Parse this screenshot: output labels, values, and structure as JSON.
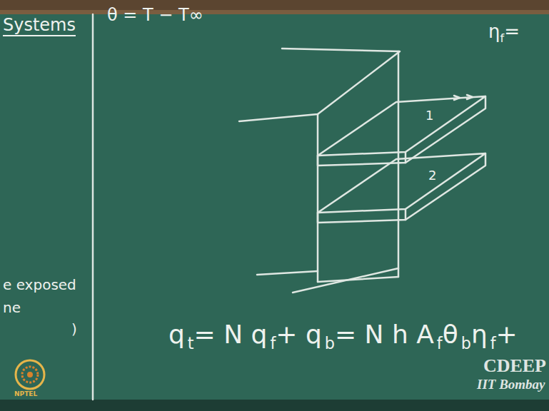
{
  "diagram": {
    "labels": [
      "Systems",
      "θ = T − T∞",
      "η",
      "f",
      "=",
      "1",
      "2",
      "e exposed",
      "ne",
      ")",
      "q",
      "t",
      "= N q",
      "f",
      "+ q",
      "b",
      "= N h A",
      "f",
      "θ",
      "b",
      "η",
      "f",
      "+",
      "CDEEP",
      "IIT Bombay",
      "NPTEL"
    ]
  }
}
